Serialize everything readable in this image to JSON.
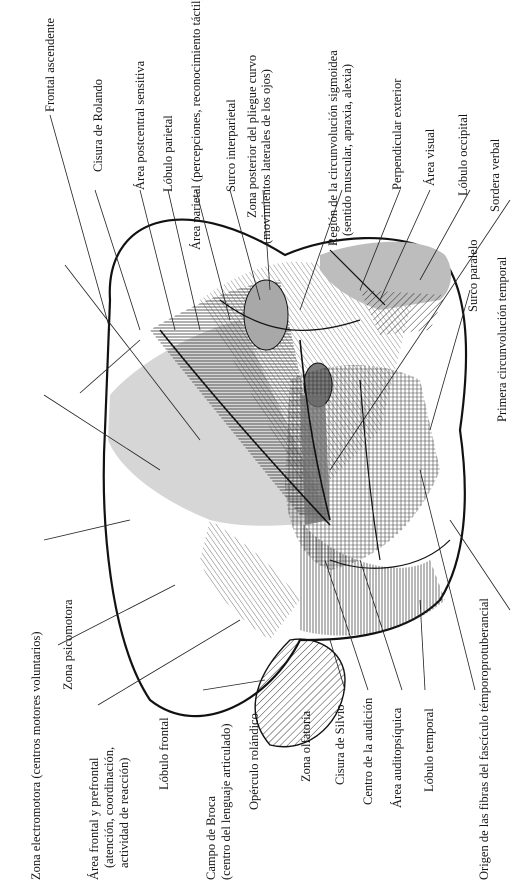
{
  "figure": {
    "labels": {
      "frontal_ascendente": "Frontal ascendente",
      "cisura_rolando": "Cisura de Rolando",
      "area_postcentral": "Área postcentral sensitiva",
      "lobulo_parietal": "Lóbulo parietal",
      "area_parietal": "Área parietal (percepciones, reconocimiento táctil)",
      "surco_interparietal": "Surco interparietal",
      "zona_pliegue_1": "Zona posterior del pliegue curvo",
      "zona_pliegue_2": "(movimientos laterales de los ojos)",
      "region_circ_1": "Región de la circunvolución sigmoidea",
      "region_circ_2": "(sentido muscular, apraxia, alexia)",
      "perpendicular_exterior": "Perpendicular exterior",
      "area_visual": "Área visual",
      "lobulo_occipital": "Lóbulo occipital",
      "sordera_verbal": "Sordera verbal",
      "surco_paralelo": "Surco paralelo",
      "primera_circ_temporal": "Primera circunvolución temporal",
      "zona_electromotora": "Zona electromotora (centros motores voluntarios)",
      "zona_psicomotora": "Zona psicomotora",
      "area_frontal_1": "Área frontal y prefrontal",
      "area_frontal_2": "(atención, coordinación,",
      "area_frontal_3": "actividad de reacción)",
      "lobulo_frontal": "Lóbulo frontal",
      "campo_broca_1": "Campo de Broca",
      "campo_broca_2": "(centro del lenguaje articulado)",
      "operculo": "Opérculo rolándico",
      "zona_olfatoria": "Zona olfatoria",
      "cisura_silvio": "Cisura de Silvio",
      "centro_audicion": "Centro de la audición",
      "area_auditopsiquica": "Área auditopsíquica",
      "lobulo_temporal": "Lóbulo temporal",
      "origen_fibras": "Origen de las fibras del fascículo témporoprotuberancial"
    }
  }
}
